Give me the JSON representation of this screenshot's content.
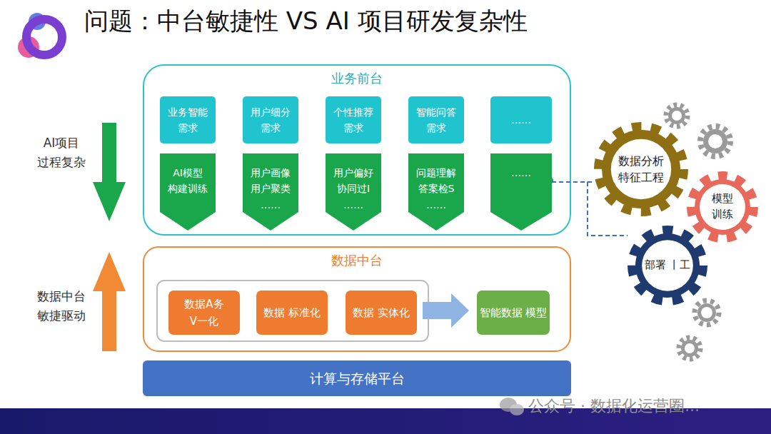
{
  "diagram": {
    "title": "问题：中台敏捷性 VS AI 项目研发复杂性",
    "nodes": [
      {
        "text": [
          "业务前台"
        ]
      },
      {
        "text": [
          "业务智能 需求"
        ],
        "in": 0
      },
      {
        "text": [
          "用户细分 需求"
        ],
        "in": 0
      },
      {
        "text": [
          "个性推荐 需求"
        ],
        "in": 0
      },
      {
        "text": [
          "智能问答 需求"
        ],
        "in": 0
      },
      {
        "text": [
          "……"
        ],
        "in": 0
      },
      {
        "text": [
          "AI模型 构建训练"
        ],
        "in": 0
      },
      {
        "text": [
          "用户画像 用户聚类 ……"
        ],
        "in": 0
      },
      {
        "text": [
          "用户偏好 协同过I ……"
        ],
        "in": 0
      },
      {
        "text": [
          "问题理解 答案检S ……"
        ],
        "in": 0
      },
      {
        "text": [
          "……"
        ],
        "in": 0
      },
      {
        "text": [
          "数据中台"
        ]
      },
      {
        "text": [
          "数据A务 V一化"
        ],
        "in": 11
      },
      {
        "text": [
          "数据 标准化"
        ],
        "in": 11
      },
      {
        "text": [
          "数据 实体化"
        ],
        "in": 11
      },
      {
        "text": [
          "智能数据 模型"
        ],
        "in": 11
      },
      {
        "text": [
          "计算与存储平台"
        ]
      },
      {
        "text": [
          "数据分析 特征工程"
        ]
      },
      {
        "text": [
          "模型 训练"
        ]
      },
      {
        "text": [
          "部署 丨工"
        ]
      }
    ],
    "edges": [
      {
        "from": 10,
        "to": 17,
        "arrow": "none"
      },
      {
        "from": 10,
        "to": 19,
        "arrow": "none"
      }
    ],
    "labels": [
      "AI项目 过程复杂",
      "数据中台 敏捷驱动",
      "公众号 · 数据化运营圈..."
    ]
  }
}
